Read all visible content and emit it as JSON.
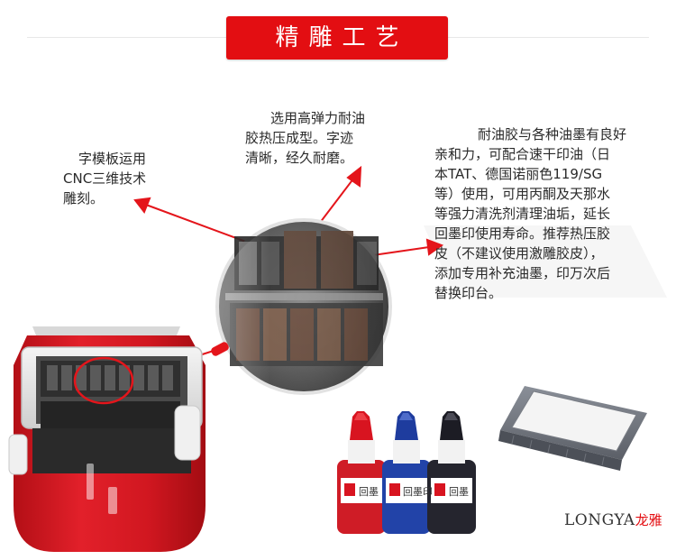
{
  "header": {
    "title": "精雕工艺"
  },
  "callouts": {
    "cnc": {
      "lines": [
        "字模板运用",
        "CNC三维技术",
        "雕刻。"
      ]
    },
    "rubber": {
      "lines": [
        "选用高弹力耐油",
        "胶热压成型。字迹",
        "清晰，经久耐磨。"
      ]
    },
    "ink": {
      "lines": [
        "耐油胶与各种油墨有良好",
        "亲和力，可配合速干印油（日",
        "本TAT、德国诺丽色119/SG",
        "等）使用，可用丙酮及天那水",
        "等强力清洗剂清理油垢，延长",
        "回墨印使用寿命。推荐热压胶",
        "皮（不建议使用激雕胶皮），",
        "添加专用补充油墨，印万次后",
        "替换印台。"
      ]
    }
  },
  "bottles": [
    {
      "cap_color": "#d81420",
      "label": "回墨"
    },
    {
      "cap_color": "#1e3c9e",
      "label": "回墨印"
    },
    {
      "cap_color": "#1c1c24",
      "label": "回墨"
    }
  ],
  "brand": {
    "name": "LONGYA",
    "name_cn": "龙雅"
  },
  "colors": {
    "accent": "#e30e12",
    "arrow": "#e4151b"
  }
}
